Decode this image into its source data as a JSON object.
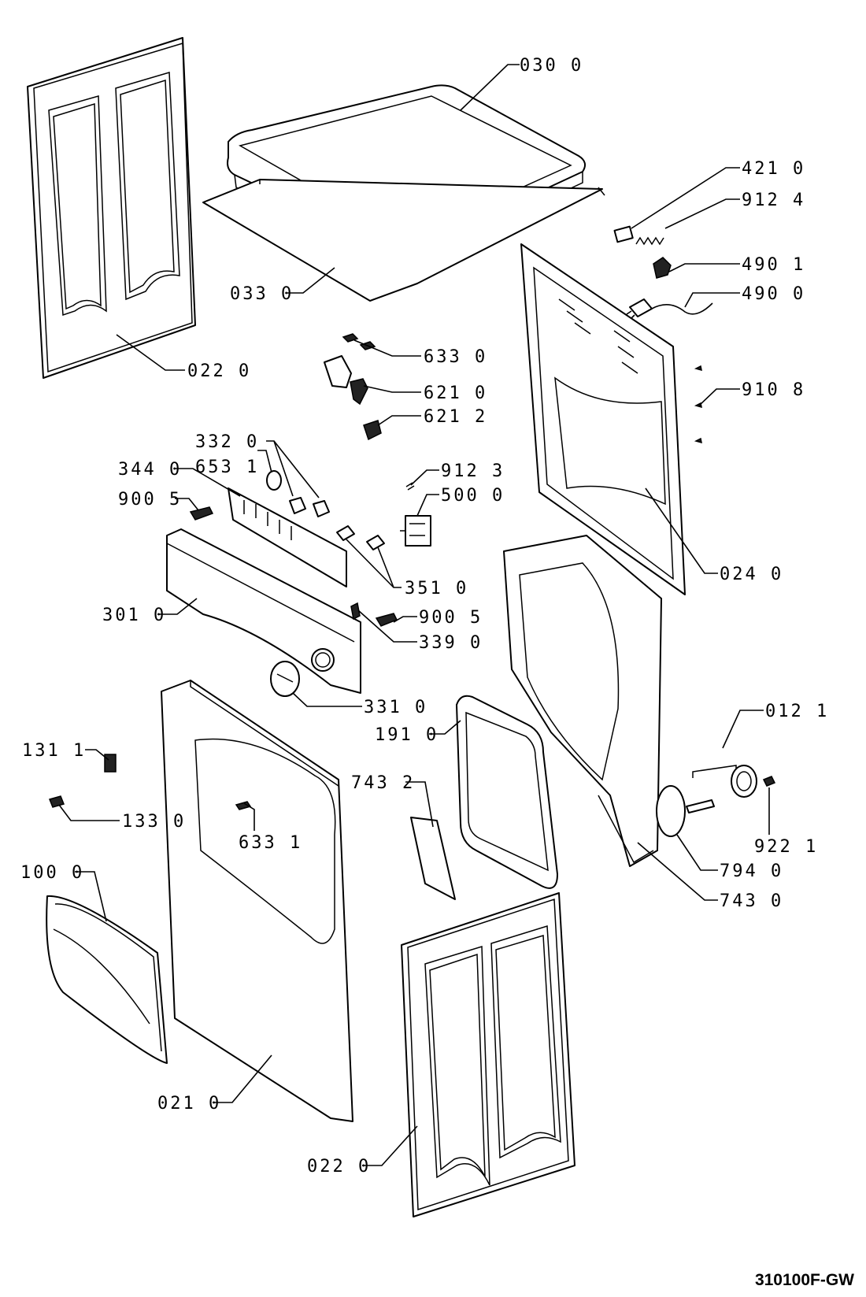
{
  "diagram": {
    "drawing_code": "310100F-GW",
    "labels": {
      "l_030_0": "030 0",
      "l_421_0": "421 0",
      "l_912_4": "912 4",
      "l_033_0": "033 0",
      "l_490_1": "490 1",
      "l_490_0": "490 0",
      "l_022_0_top": "022 0",
      "l_633_0": "633 0",
      "l_621_0": "621 0",
      "l_621_2": "621 2",
      "l_910_8": "910 8",
      "l_332_0": "332 0",
      "l_653_1": "653 1",
      "l_344_0": "344 0",
      "l_912_3": "912 3",
      "l_500_0": "500 0",
      "l_900_5_a": "900 5",
      "l_024_0": "024 0",
      "l_351_0": "351 0",
      "l_301_0": "301 0",
      "l_900_5_b": "900 5",
      "l_339_0": "339 0",
      "l_331_0": "331 0",
      "l_012_1": "012 1",
      "l_191_0": "191 0",
      "l_131_1": "131 1",
      "l_743_2": "743 2",
      "l_133_0": "133 0",
      "l_633_1": "633 1",
      "l_922_1": "922 1",
      "l_100_0": "100 0",
      "l_794_0": "794 0",
      "l_743_0": "743 0",
      "l_021_0": "021 0",
      "l_022_0_bottom": "022 0"
    }
  }
}
